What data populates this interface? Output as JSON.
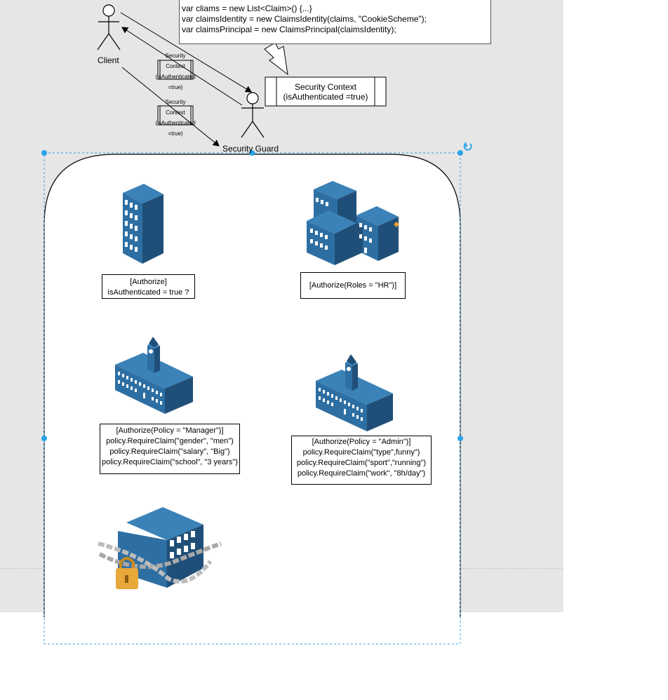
{
  "code": {
    "lines": [
      "var cliams = new List<Claim>() {...}",
      "var claimsIdentity = new ClaimsIdentity(claims, \"CookieScheme\");",
      "var claimsPrincipal = new ClaimsPrincipal(claimsIdentity);"
    ]
  },
  "actors": {
    "client": "Client",
    "guard": "Security Guard"
  },
  "security_context": {
    "line1": "Security Context",
    "line2": "(isAuthenticated =true)"
  },
  "token": {
    "line1": "Security",
    "line2": "Context",
    "line3": "(isAuthenticated",
    "line4": "=true)"
  },
  "buildings": {
    "authorize": {
      "line1": "[Authorize]",
      "line2": "isAuthenticated = true ?"
    },
    "roles": {
      "line1": "[Authorize(Roles = \"HR\")]"
    },
    "manager": {
      "line1": "[Authorize(Policy = \"Manager\")]",
      "line2": "policy.RequireClaim(\"gender\", \"men\")",
      "line3": "policy.RequireClaim(\"salary\", \"Big\")",
      "line4": "policy.RequireClaim(\"school\", \"3 years\")"
    },
    "admin": {
      "line1": "[Authorize(Policy = \"Admin\")]",
      "line2": "policy.RequireClaim(\"type\",funny\")",
      "line3": "policy.RequireClaim(\"sport\",\"running\")",
      "line4": "policy.RequireClaim(\"work\", \"8h/day\")"
    }
  },
  "colors": {
    "building": "#2e6fa3",
    "building_dark": "#1f4f78",
    "window": "#ffffff",
    "selection": "#29a3e8",
    "lock": "#e8a83a"
  }
}
